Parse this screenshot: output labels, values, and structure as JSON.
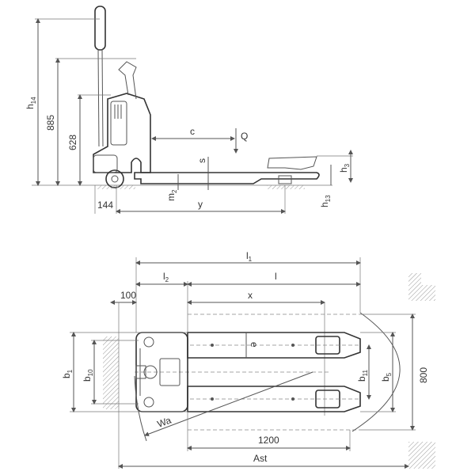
{
  "side_view": {
    "labels": {
      "h14": "h",
      "h14_sub": "14",
      "d885": "885",
      "d628": "628",
      "c": "c",
      "Q": "Q",
      "s": "s",
      "h3": "h",
      "h3_sub": "3",
      "h13": "h",
      "h13_sub": "13",
      "m2": "m",
      "m2_sub": "2",
      "d144": "144",
      "y": "y"
    }
  },
  "top_view": {
    "labels": {
      "l1": "l",
      "l1_sub": "1",
      "l2": "l",
      "l2_sub": "2",
      "l": "l",
      "x": "x",
      "d100": "100",
      "e": "e",
      "b1": "b",
      "b1_sub": "1",
      "b10": "b",
      "b10_sub": "10",
      "b11": "b",
      "b11_sub": "11",
      "b5": "b",
      "b5_sub": "5",
      "d800": "800",
      "d1200": "1200",
      "Wa": "Wa",
      "Ast": "Ast"
    }
  }
}
